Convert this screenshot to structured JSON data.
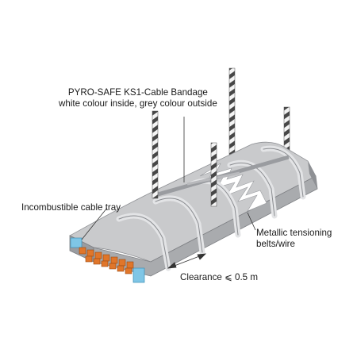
{
  "labels": {
    "bandage_line1": "PYRO-SAFE KS1-Cable Bandage",
    "bandage_line2": "white colour inside, grey colour outside",
    "tray": "Incombustible cable tray",
    "belts_line1": "Metallic tensioning",
    "belts_line2": "belts/wire",
    "clearance": "Clearance ⩽ 0.5 m"
  },
  "colors": {
    "bandage_top": "#c9cacc",
    "bandage_side": "#a9abae",
    "bandage_end": "#8e9094",
    "belt": "#dcdde0",
    "tray_edge": "#7fc6e6",
    "cable": "#e0762a",
    "hanger_dark": "#4a4a4a",
    "hanger_light": "#f2f2f2"
  }
}
